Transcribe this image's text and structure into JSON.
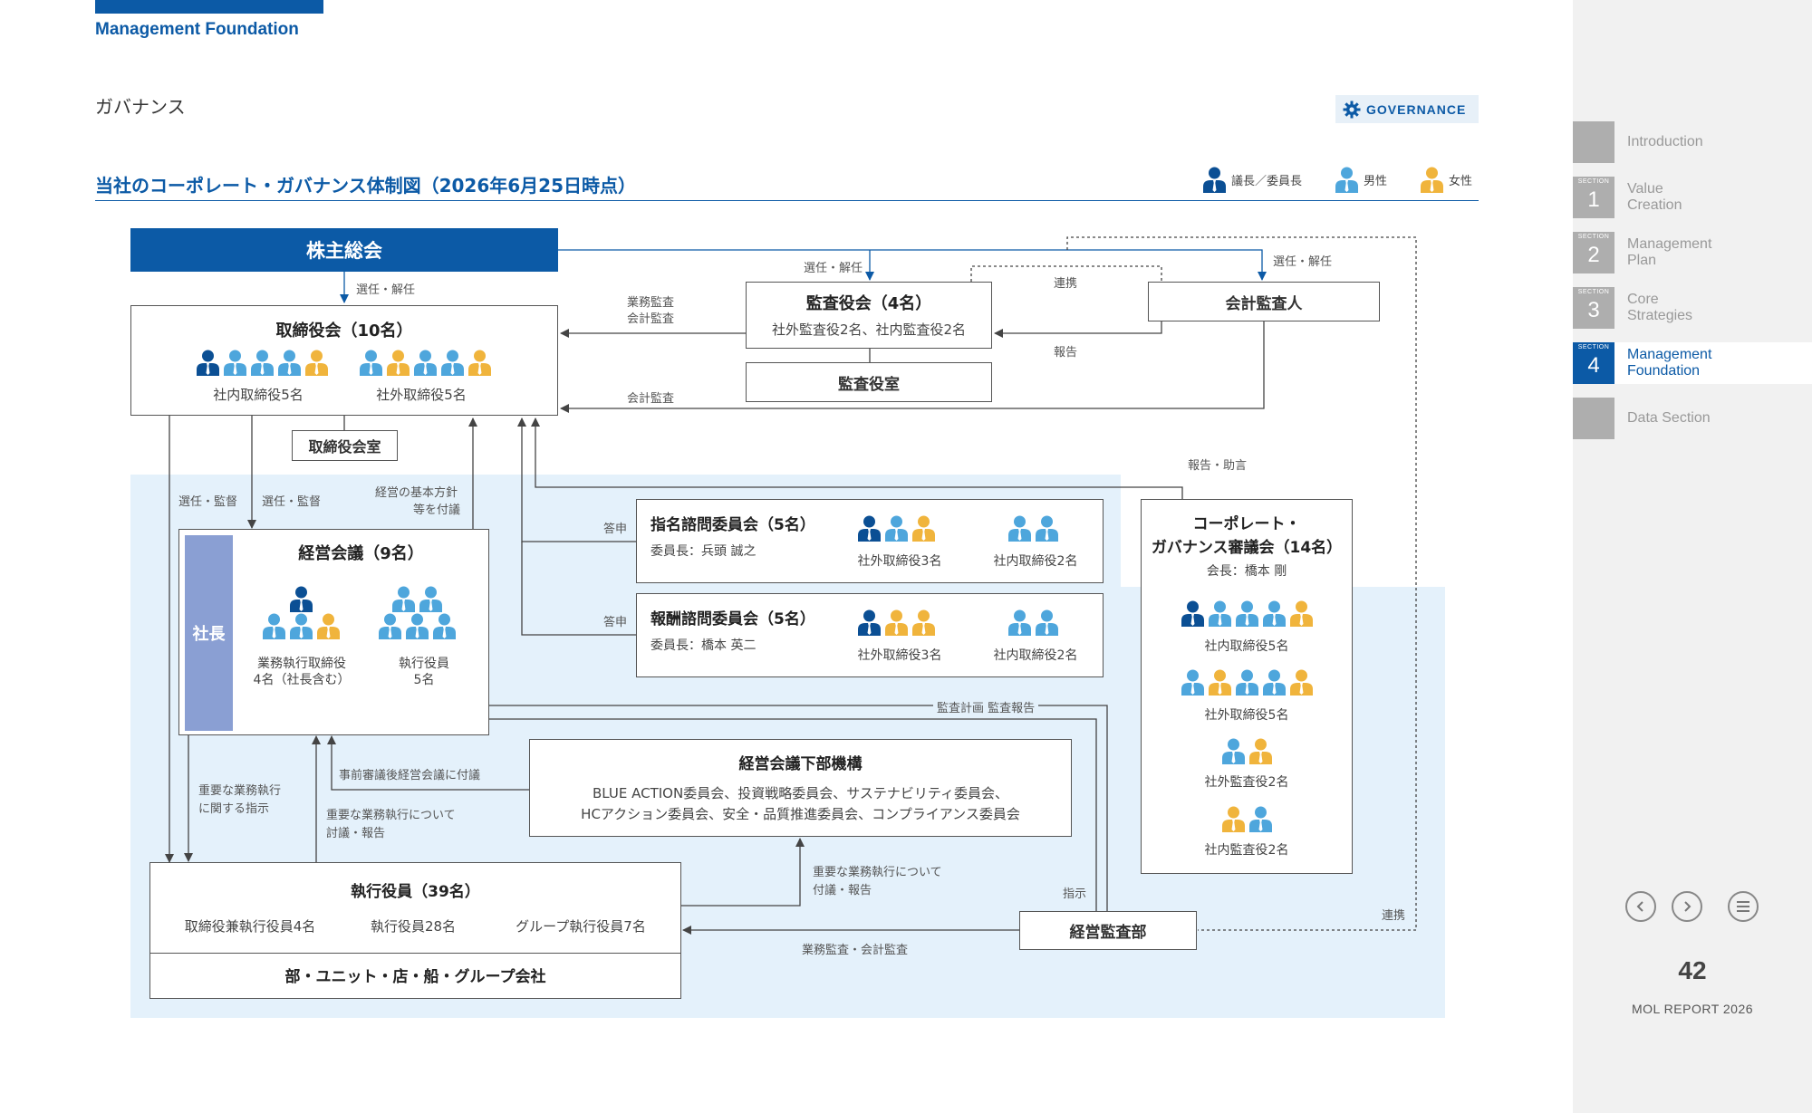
{
  "header": {
    "section_label": "Management Foundation",
    "page_subject": "ガバナンス",
    "badge": "GOVERNANCE",
    "diagram_title": "当社のコーポレート・ガバナンス体制図（2026年6月25日時点）"
  },
  "legend": {
    "chair_label": "議長／委員長",
    "male_label": "男性",
    "female_label": "女性",
    "colors": {
      "chair": "#0b4f94",
      "male": "#4ea6dc",
      "female": "#f0b43c"
    }
  },
  "sidebar": {
    "items": [
      {
        "section_tag": "",
        "number": "",
        "label": "Introduction",
        "active": false
      },
      {
        "section_tag": "SECTION",
        "number": "1",
        "label": "Value\nCreation",
        "active": false
      },
      {
        "section_tag": "SECTION",
        "number": "2",
        "label": "Management\nPlan",
        "active": false
      },
      {
        "section_tag": "SECTION",
        "number": "3",
        "label": "Core\nStrategies",
        "active": false
      },
      {
        "section_tag": "SECTION",
        "number": "4",
        "label": "Management\nFoundation",
        "active": true
      },
      {
        "section_tag": "",
        "number": "",
        "label": "Data Section",
        "active": false
      }
    ],
    "prev_icon": "chevron-left-icon",
    "next_icon": "chevron-right-icon",
    "menu_icon": "menu-icon",
    "page_number": "42",
    "report_name": "MOL REPORT 2026"
  },
  "diagram": {
    "shareholders": "株主総会",
    "board": {
      "title": "取締役会（10名）",
      "internal": "社内取締役5名",
      "external": "社外取締役5名",
      "internal_people": [
        "chair",
        "male",
        "male",
        "male",
        "female"
      ],
      "external_people": [
        "male",
        "female",
        "male",
        "male",
        "female"
      ]
    },
    "board_office": "取締役会室",
    "audit_board": {
      "title": "監査役会（4名）",
      "members": "社外監査役2名、社内監査役2名"
    },
    "audit_office": "監査役室",
    "accounting_auditor": "会計監査人",
    "mgmt_meeting": {
      "title": "経営会議（9名）",
      "president": "社長",
      "left_label_1": "業務執行取締役",
      "left_label_2": "4名（社長含む）",
      "right_label_1": "執行役員",
      "right_label_2": "5名",
      "left_people_top": [
        "chair"
      ],
      "left_people_bottom": [
        "male",
        "male",
        "female"
      ],
      "right_people_top": [
        "male",
        "male"
      ],
      "right_people_bottom": [
        "male",
        "male",
        "male"
      ]
    },
    "nomination": {
      "title": "指名諮問委員会（5名）",
      "chair": "委員長：兵頭 誠之",
      "external": "社外取締役3名",
      "internal": "社内取締役2名",
      "external_people": [
        "chair",
        "male",
        "female"
      ],
      "internal_people": [
        "male",
        "male"
      ]
    },
    "remuneration": {
      "title": "報酬諮問委員会（5名）",
      "chair": "委員長：橋本 英二",
      "external": "社外取締役3名",
      "internal": "社内取締役2名",
      "external_people": [
        "chair",
        "female",
        "female"
      ],
      "internal_people": [
        "male",
        "male"
      ]
    },
    "cg_council": {
      "title_1": "コーポレート・",
      "title_2": "ガバナンス審議会（14名）",
      "chair": "会長：橋本 剛",
      "g1": "社内取締役5名",
      "g2": "社外取締役5名",
      "g3": "社外監査役2名",
      "g4": "社内監査役2名",
      "g1_people": [
        "chair",
        "male",
        "male",
        "male",
        "female"
      ],
      "g2_people": [
        "male",
        "female",
        "male",
        "male",
        "female"
      ],
      "g3_people": [
        "male",
        "female"
      ],
      "g4_people": [
        "female",
        "male"
      ]
    },
    "sub_bodies": {
      "title": "経営会議下部機構",
      "line1": "BLUE ACTION委員会、投資戦略委員会、サステナビリティ委員会、",
      "line2": "HCアクション委員会、安全・品質推進委員会、コンプライアンス委員会"
    },
    "exec_officers": {
      "title": "執行役員（39名）",
      "a": "取締役兼執行役員4名",
      "b": "執行役員28名",
      "c": "グループ執行役員7名",
      "units": "部・ユニット・店・船・グループ会社"
    },
    "internal_audit": "経営監査部",
    "arrows": {
      "appoint_dismiss_1": "選任・解任",
      "appoint_dismiss_2": "選任・解任",
      "appoint_dismiss_3": "選任・解任",
      "biz_audit_1": "業務監査",
      "acc_audit_1": "会計監査",
      "acc_audit_2": "会計監査",
      "coop_1": "連携",
      "coop_2": "連携",
      "report_1": "報告",
      "report_advice": "報告・助言",
      "appoint_supervise_1": "選任・監督",
      "appoint_supervise_2": "選任・監督",
      "basic_policy_1": "経営の基本方針",
      "basic_policy_2": "等を付議",
      "reply_1": "答申",
      "reply_2": "答申",
      "audit_plan": "監査計画 監査報告",
      "pre_deliberation": "事前審議後経営会議に付議",
      "important_instr_1": "重要な業務執行",
      "important_instr_2": "に関する指示",
      "important_disc_1": "重要な業務執行について",
      "important_disc_2": "討議・報告",
      "important_disc_3": "重要な業務執行について",
      "important_disc_4": "付議・報告",
      "instruction": "指示",
      "biz_acc_audit": "業務監査・会計監査"
    }
  }
}
